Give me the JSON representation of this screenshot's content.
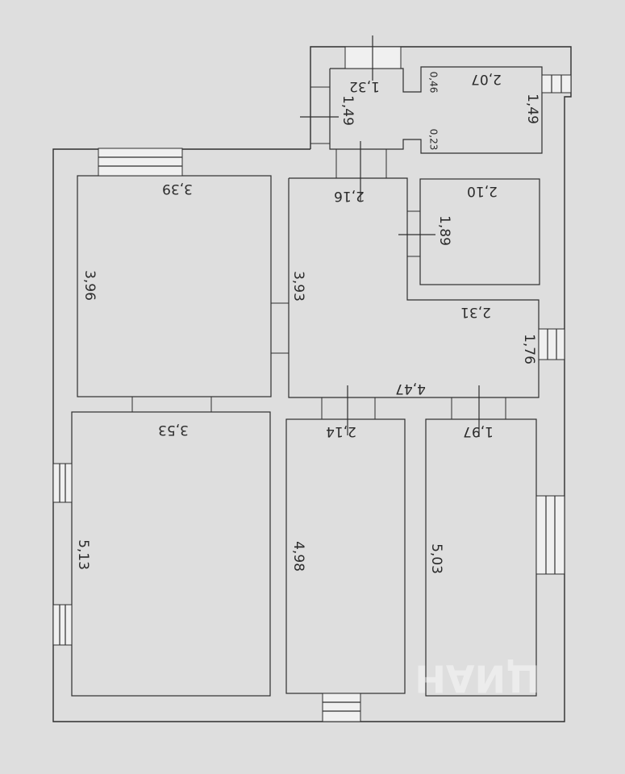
{
  "floor_plan": {
    "vestibule": {
      "width": "1,32",
      "depth": "1,49",
      "jamb_top": "0,46",
      "jamb_bottom": "0,23"
    },
    "storeroom": {
      "width": "2,07",
      "depth": "1,49"
    },
    "hall": {
      "width_top": "2,16",
      "depth": "3,93",
      "width_mid": "2,31",
      "depth_right": "1,76",
      "width_bottom": "4,47"
    },
    "bath": {
      "width": "2,10",
      "depth": "1,89"
    },
    "room_top_left": {
      "width": "3,39",
      "depth": "3,96"
    },
    "room_bottom_left": {
      "width": "3,53",
      "depth": "5,13"
    },
    "room_bottom_middle": {
      "width": "2,14",
      "depth": "4,98"
    },
    "room_bottom_right": {
      "width": "1,97",
      "depth": "5,03"
    }
  },
  "watermark": "ЦИАН"
}
